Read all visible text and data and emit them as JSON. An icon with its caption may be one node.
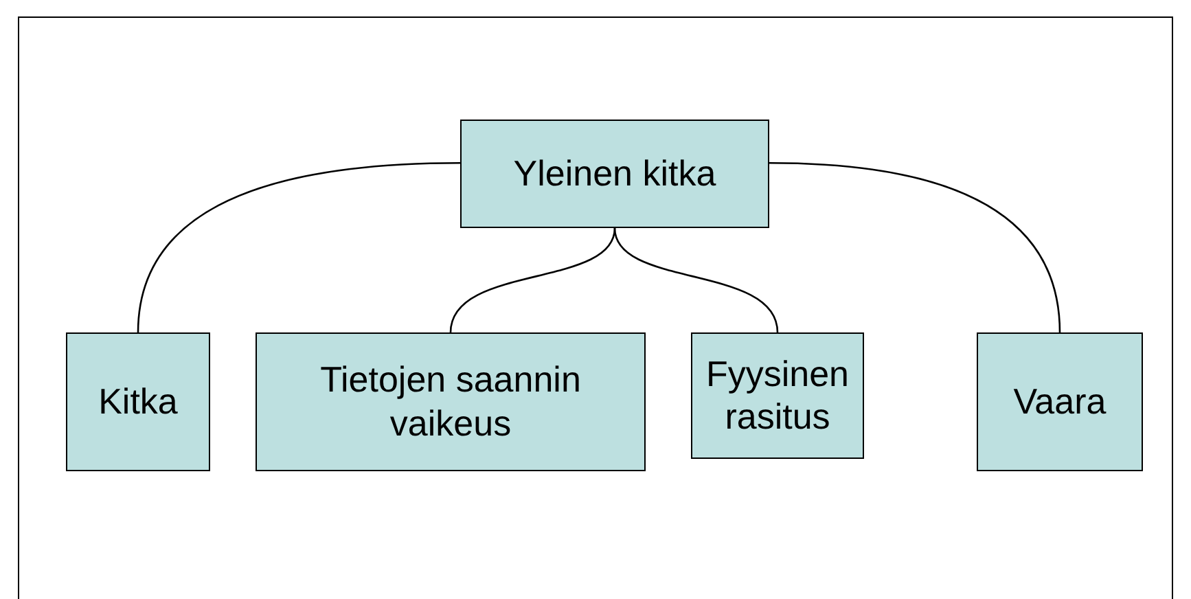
{
  "diagram": {
    "nodes": [
      {
        "text": [
          "Yleinen kitka"
        ]
      },
      {
        "text": [
          "Kitka"
        ]
      },
      {
        "text": [
          "Tietojen saannin vaikeus"
        ]
      },
      {
        "text": [
          "Fyysinen rasitus"
        ]
      },
      {
        "text": [
          "Vaara"
        ]
      }
    ],
    "edges": [
      {
        "from": 0,
        "to": 1,
        "arrow": "none"
      },
      {
        "from": 0,
        "to": 2,
        "arrow": "none"
      },
      {
        "from": 0,
        "to": 3,
        "arrow": "none"
      },
      {
        "from": 0,
        "to": 4,
        "arrow": "none"
      }
    ]
  }
}
